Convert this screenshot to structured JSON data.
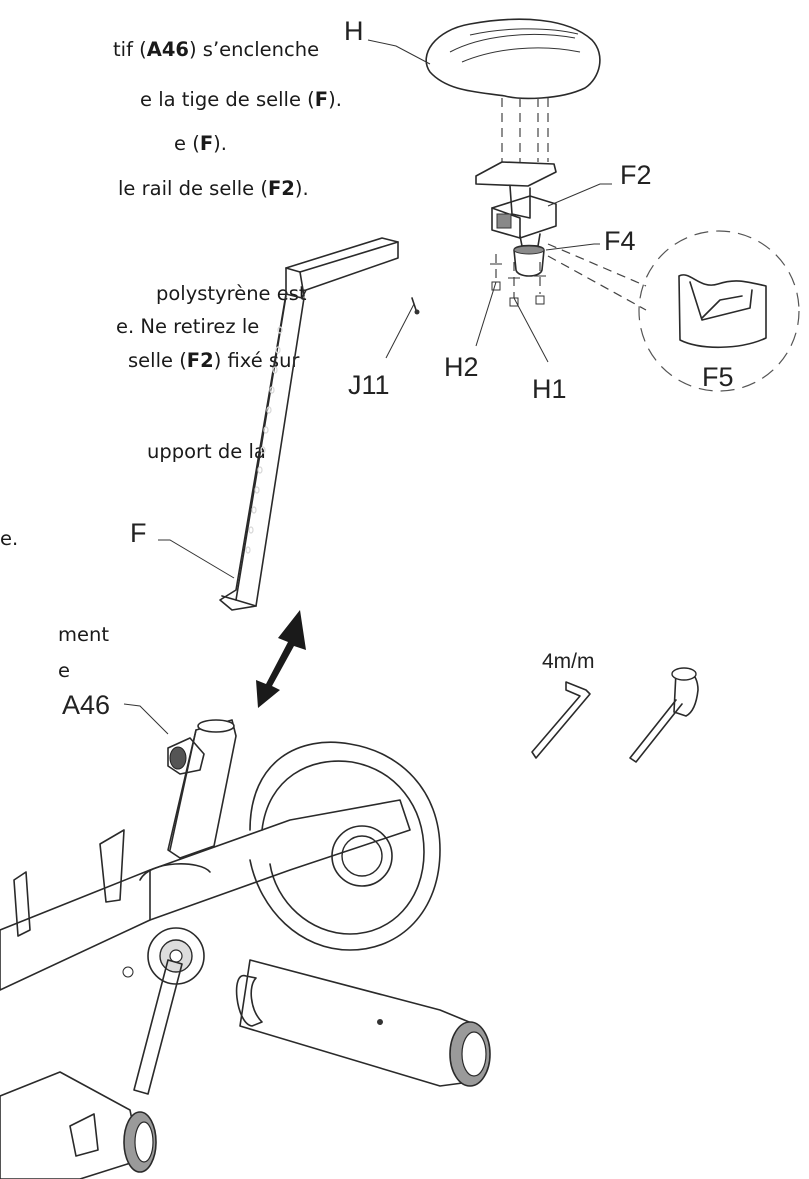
{
  "instructions": {
    "line1_a": "tif (",
    "line1_b": "A46",
    "line1_c": ") s’enclenche",
    "line2_a": "e la tige de selle (",
    "line2_b": "F",
    "line2_c": ").",
    "line3_a": "e (",
    "line3_b": "F",
    "line3_c": ").",
    "line4_a": "le rail de selle (",
    "line4_b": "F2",
    "line4_c": ").",
    "line5": "polystyrène est",
    "line6": "e. Ne retirez le",
    "line7_a": "selle (",
    "line7_b": "F2",
    "line7_c": ") fixé sur",
    "line8": "upport de la",
    "line9": "e.",
    "line10": "ment",
    "line11": "e"
  },
  "labels": {
    "H": "H",
    "F2": "F2",
    "F4": "F4",
    "H2": "H2",
    "H1": "H1",
    "F5": "F5",
    "J11": "J11",
    "F": "F",
    "A46": "A46",
    "tool_size": "4m/m"
  }
}
